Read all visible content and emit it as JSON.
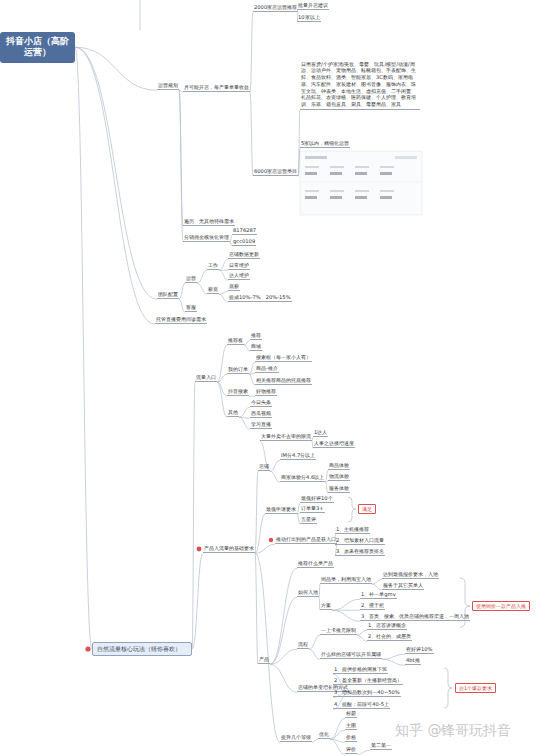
{
  "diagram": {
    "nodes": [
      {
        "text": [
          "抖音小店（高阶运营）"
        ]
      },
      {
        "text": [
          "运营规划"
        ]
      },
      {
        "text": [
          "2000家店运营推荐"
        ]
      },
      {
        "text": [
          "批量开店建议"
        ]
      },
      {
        "text": [
          "10家以上"
        ]
      },
      {
        "text": [
          "月可能开店，每产量单量收益"
        ]
      },
      {
        "text": [
          "6000家店运营类目"
        ]
      },
      {
        "text": [
          "日用百货/个护家清/美妆、母婴、玩具/模型/动漫/周边、运动户外、宠物用品、鞋靴箱包、手表配饰、生鲜、食品饮料、酒类、智能家居、3C数码、家用电器、汽车配件、家装建材、图书音像、服饰内衣、珠宝文玩、钟表类、本地生活、虚拟充值、二手闲置、礼品鲜花、农资绿植、医药保健、个人护理、教育培训、乐器、箱包皮具、厨具、母婴用品、家具"
        ]
      },
      {
        "text": [
          "5家以内，精细化运营"
        ]
      },
      {
        "text": [
          "遍历、无其他特殊需求"
        ]
      },
      {
        "text": [
          "分销佣金模块化管理"
        ]
      },
      {
        "text": [
          "8176287"
        ]
      },
      {
        "text": [
          "gcc0109"
        ]
      },
      {
        "text": [
          "团队配置"
        ]
      },
      {
        "text": [
          "运营"
        ]
      },
      {
        "text": [
          "工作"
        ]
      },
      {
        "text": [
          "店铺数据更新"
        ]
      },
      {
        "text": [
          "日常维护"
        ]
      },
      {
        "text": [
          "达人维护"
        ]
      },
      {
        "text": [
          "薪资"
        ]
      },
      {
        "text": [
          "底薪"
        ]
      },
      {
        "text": [
          "提成10%-7%、20%-15%"
        ]
      },
      {
        "text": [
          "客服"
        ]
      },
      {
        "text": [
          "托管直播费用问诊需求"
        ]
      },
      {
        "text": [
          "自然流量核心玩法（猜你喜欢）"
        ]
      },
      {
        "text": [
          "流量入口"
        ]
      },
      {
        "text": [
          "产品入流量的基础要求"
        ]
      },
      {
        "text": [
          "推荐板"
        ]
      },
      {
        "text": [
          "推荐"
        ]
      },
      {
        "text": [
          "商城"
        ]
      },
      {
        "text": [
          "我的订单"
        ]
      },
      {
        "text": [
          "搜索框（每一家小人有）"
        ]
      },
      {
        "text": [
          "商品-推介"
        ]
      },
      {
        "text": [
          "相关推荐商品的托底推荐"
        ]
      },
      {
        "text": [
          "抖音搜索"
        ]
      },
      {
        "text": [
          "好物推荐"
        ]
      },
      {
        "text": [
          "其他"
        ]
      },
      {
        "text": [
          "今日头条"
        ]
      },
      {
        "text": [
          "西瓜视频"
        ]
      },
      {
        "text": [
          "学习直播"
        ]
      },
      {
        "text": [
          "店铺"
        ]
      },
      {
        "text": [
          "大量外卖不去审的限流"
        ]
      },
      {
        "text": [
          "1达人"
        ]
      },
      {
        "text": [
          "人事之达接增速度"
        ]
      },
      {
        "text": [
          "IM分4.7分以上"
        ]
      },
      {
        "text": [
          "商家体验分4.6以上"
        ]
      },
      {
        "text": [
          "商品体验"
        ]
      },
      {
        "text": [
          "物流体验"
        ]
      },
      {
        "text": [
          "服务体验"
        ]
      },
      {
        "text": [
          "最低申请要求"
        ]
      },
      {
        "text": [
          "最低好评10个"
        ]
      },
      {
        "text": [
          "订单量3+"
        ]
      },
      {
        "text": [
          "五星评"
        ]
      },
      {
        "text": [
          "满足"
        ]
      },
      {
        "text": [
          "推动打出到的产品是获入口"
        ]
      },
      {
        "text": [
          "1、主机播推荐"
        ]
      },
      {
        "text": [
          "2、增加素材入口流量"
        ]
      },
      {
        "text": [
          "3、原来在推荐页排名"
        ]
      },
      {
        "text": [
          "产品"
        ]
      },
      {
        "text": [
          "推荐什么类产品"
        ]
      },
      {
        "text": [
          "如何入池"
        ]
      },
      {
        "text": [
          "同品类，利用淘宝入池"
        ]
      },
      {
        "text": [
          "达到最低报价要求，入池"
        ]
      },
      {
        "text": [
          "服务于其它买单人"
        ]
      },
      {
        "text": [
          "方案"
        ]
      },
      {
        "text": [
          "1、补一单gmv"
        ]
      },
      {
        "text": [
          "2、擅于把"
        ]
      },
      {
        "text": [
          "3、首页、搜索、优质店铺的推荐渠道，一周入池"
        ]
      },
      {
        "text": [
          "使用同价一款产品入推"
        ]
      },
      {
        "text": [
          "流程"
        ]
      },
      {
        "text": [
          "一上卡推元限制"
        ]
      },
      {
        "text": [
          "1、店首讲课概念"
        ]
      },
      {
        "text": [
          "2、社会的、成层质"
        ]
      },
      {
        "text": [
          "什么样的店铺可以开后属辅"
        ]
      },
      {
        "text": [
          "在好评10%"
        ]
      },
      {
        "text": [
          "4bt推"
        ]
      },
      {
        "text": [
          "店铺的单变增长的方式"
        ]
      },
      {
        "text": [
          "1、提供价格的测算下班"
        ]
      },
      {
        "text": [
          "2、盈全重新（生播新经营高）"
        ]
      },
      {
        "text": [
          "3、增加品数次到一40~50%"
        ]
      },
      {
        "text": [
          "4、提醒：前段可40-5上"
        ]
      },
      {
        "text": [
          "达1个爆款要求"
        ]
      },
      {
        "text": [
          "提升几个等级"
        ]
      },
      {
        "text": [
          "优化"
        ]
      },
      {
        "text": [
          "标题"
        ]
      },
      {
        "text": [
          "主图"
        ]
      },
      {
        "text": [
          "价格"
        ]
      },
      {
        "text": [
          "评价"
        ]
      },
      {
        "text": [
          "第二第一"
        ]
      }
    ],
    "edges": [
      {
        "from": 0,
        "to": 1,
        "arrow": "none"
      },
      {
        "from": 1,
        "to": 5,
        "arrow": "none"
      },
      {
        "from": 5,
        "to": 2,
        "arrow": "none"
      },
      {
        "from": 2,
        "to": 3,
        "arrow": "none"
      },
      {
        "from": 2,
        "to": 4,
        "arrow": "none"
      },
      {
        "from": 5,
        "to": 6,
        "arrow": "none"
      },
      {
        "from": 6,
        "to": 7,
        "arrow": "none"
      },
      {
        "from": 6,
        "to": 8,
        "arrow": "none"
      },
      {
        "from": 1,
        "to": 9,
        "arrow": "none"
      },
      {
        "from": 1,
        "to": 10,
        "arrow": "none"
      },
      {
        "from": 10,
        "to": 11,
        "arrow": "none"
      },
      {
        "from": 10,
        "to": 12,
        "arrow": "none"
      },
      {
        "from": 0,
        "to": 13,
        "arrow": "none"
      },
      {
        "from": 13,
        "to": 14,
        "arrow": "none"
      },
      {
        "from": 14,
        "to": 15,
        "arrow": "none"
      },
      {
        "from": 15,
        "to": 16,
        "arrow": "none"
      },
      {
        "from": 15,
        "to": 17,
        "arrow": "none"
      },
      {
        "from": 15,
        "to": 18,
        "arrow": "none"
      },
      {
        "from": 14,
        "to": 19,
        "arrow": "none"
      },
      {
        "from": 19,
        "to": 20,
        "arrow": "none"
      },
      {
        "from": 19,
        "to": 21,
        "arrow": "none"
      },
      {
        "from": 13,
        "to": 22,
        "arrow": "none"
      },
      {
        "from": 0,
        "to": 23,
        "arrow": "none"
      },
      {
        "from": 0,
        "to": 24,
        "arrow": "none"
      },
      {
        "from": 24,
        "to": 25,
        "arrow": "none"
      },
      {
        "from": 24,
        "to": 26,
        "arrow": "none"
      },
      {
        "from": 25,
        "to": 27,
        "arrow": "none"
      },
      {
        "from": 27,
        "to": 28,
        "arrow": "none"
      },
      {
        "from": 27,
        "to": 29,
        "arrow": "none"
      },
      {
        "from": 25,
        "to": 30,
        "arrow": "none"
      },
      {
        "from": 30,
        "to": 31,
        "arrow": "none"
      },
      {
        "from": 30,
        "to": 32,
        "arrow": "none"
      },
      {
        "from": 30,
        "to": 33,
        "arrow": "none"
      },
      {
        "from": 25,
        "to": 34,
        "arrow": "none"
      },
      {
        "from": 34,
        "to": 35,
        "arrow": "none"
      },
      {
        "from": 25,
        "to": 36,
        "arrow": "none"
      },
      {
        "from": 36,
        "to": 37,
        "arrow": "none"
      },
      {
        "from": 36,
        "to": 38,
        "arrow": "none"
      },
      {
        "from": 36,
        "to": 39,
        "arrow": "none"
      },
      {
        "from": 26,
        "to": 40,
        "arrow": "none"
      },
      {
        "from": 40,
        "to": 41,
        "arrow": "none"
      },
      {
        "from": 41,
        "to": 42,
        "arrow": "none"
      },
      {
        "from": 41,
        "to": 43,
        "arrow": "none"
      },
      {
        "from": 40,
        "to": 44,
        "arrow": "none"
      },
      {
        "from": 40,
        "to": 45,
        "arrow": "none"
      },
      {
        "from": 45,
        "to": 46,
        "arrow": "none"
      },
      {
        "from": 45,
        "to": 47,
        "arrow": "none"
      },
      {
        "from": 45,
        "to": 48,
        "arrow": "none"
      },
      {
        "from": 26,
        "to": 49,
        "arrow": "none"
      },
      {
        "from": 49,
        "to": 50,
        "arrow": "none"
      },
      {
        "from": 49,
        "to": 51,
        "arrow": "none"
      },
      {
        "from": 49,
        "to": 52,
        "arrow": "none"
      },
      {
        "from": 26,
        "to": 54,
        "arrow": "none"
      },
      {
        "from": 54,
        "to": 55,
        "arrow": "none"
      },
      {
        "from": 54,
        "to": 56,
        "arrow": "none"
      },
      {
        "from": 54,
        "to": 57,
        "arrow": "none"
      },
      {
        "from": 26,
        "to": 58,
        "arrow": "none"
      },
      {
        "from": 58,
        "to": 59,
        "arrow": "none"
      },
      {
        "from": 58,
        "to": 60,
        "arrow": "none"
      },
      {
        "from": 60,
        "to": 61,
        "arrow": "none"
      },
      {
        "from": 61,
        "to": 62,
        "arrow": "none"
      },
      {
        "from": 61,
        "to": 63,
        "arrow": "none"
      },
      {
        "from": 60,
        "to": 64,
        "arrow": "none"
      },
      {
        "from": 64,
        "to": 65,
        "arrow": "none"
      },
      {
        "from": 64,
        "to": 66,
        "arrow": "none"
      },
      {
        "from": 64,
        "to": 67,
        "arrow": "none"
      },
      {
        "from": 58,
        "to": 69,
        "arrow": "none"
      },
      {
        "from": 69,
        "to": 70,
        "arrow": "none"
      },
      {
        "from": 70,
        "to": 71,
        "arrow": "none"
      },
      {
        "from": 70,
        "to": 72,
        "arrow": "none"
      },
      {
        "from": 69,
        "to": 73,
        "arrow": "none"
      },
      {
        "from": 73,
        "to": 74,
        "arrow": "none"
      },
      {
        "from": 73,
        "to": 75,
        "arrow": "none"
      },
      {
        "from": 58,
        "to": 76,
        "arrow": "none"
      },
      {
        "from": 76,
        "to": 77,
        "arrow": "none"
      },
      {
        "from": 76,
        "to": 78,
        "arrow": "none"
      },
      {
        "from": 76,
        "to": 79,
        "arrow": "none"
      },
      {
        "from": 76,
        "to": 80,
        "arrow": "none"
      },
      {
        "from": 26,
        "to": 82,
        "arrow": "none"
      },
      {
        "from": 82,
        "to": 83,
        "arrow": "none"
      },
      {
        "from": 83,
        "to": 84,
        "arrow": "none"
      },
      {
        "from": 83,
        "to": 85,
        "arrow": "none"
      },
      {
        "from": 83,
        "to": 86,
        "arrow": "none"
      },
      {
        "from": 83,
        "to": 87,
        "arrow": "none"
      },
      {
        "from": 87,
        "to": 88,
        "arrow": "none"
      }
    ],
    "labels": [
      "知乎 @锋哥玩抖音"
    ]
  }
}
